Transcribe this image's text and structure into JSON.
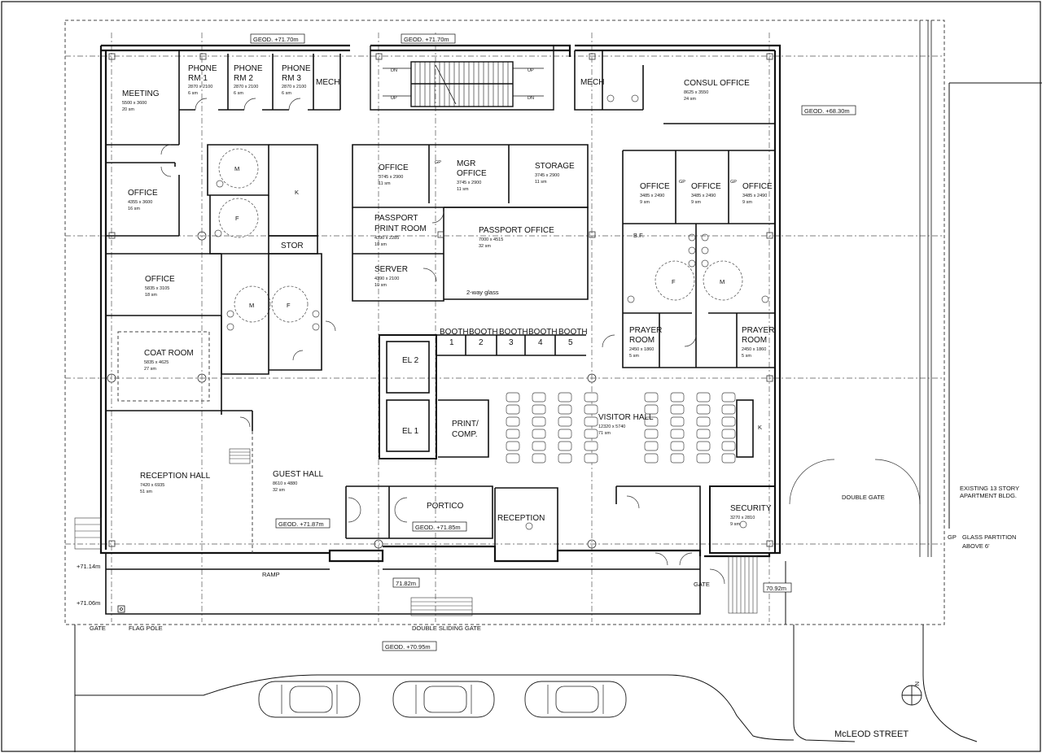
{
  "rooms": {
    "phone1": {
      "name1": "PHONE",
      "name2": "RM 1",
      "dims": "2870 x 2100",
      "area": "6 sm"
    },
    "phone2": {
      "name1": "PHONE",
      "name2": "RM 2",
      "dims": "2870 x 2100",
      "area": "6 sm"
    },
    "phone3": {
      "name1": "PHONE",
      "name2": "RM 3",
      "dims": "2870 x 2100",
      "area": "6 sm"
    },
    "mech_left": {
      "name": "MECH"
    },
    "mech_right": {
      "name": "MECH"
    },
    "consul": {
      "name": "CONSUL OFFICE",
      "dims": "8625 x 3550",
      "area": "24 sm"
    },
    "meeting": {
      "name": "MEETING",
      "dims": "5500 x 3600",
      "area": "20 sm"
    },
    "office_left": {
      "name": "OFFICE",
      "dims": "4355 x 3600",
      "area": "16 sm"
    },
    "office_left2": {
      "name": "OFFICE",
      "dims": "5835 x 3105",
      "area": "18 sm"
    },
    "coat": {
      "name": "COAT ROOM",
      "dims": "5835 x 4625",
      "area": "27 sm"
    },
    "reception_hall": {
      "name": "RECEPTION HALL",
      "dims": "7420 x 6935",
      "area": "51 sm"
    },
    "guest_hall": {
      "name": "GUEST HALL",
      "dims": "8610 x 4880",
      "area": "32 sm"
    },
    "office_center": {
      "name": "OFFICE",
      "dims": "3745 x 2900",
      "area": "11 sm"
    },
    "mgr_office": {
      "name1": "MGR",
      "name2": "OFFICE",
      "dims": "3745 x 2900",
      "area": "11 sm"
    },
    "storage": {
      "name": "STORAGE",
      "dims": "3745 x 2900",
      "area": "11 sm"
    },
    "passport_print": {
      "name1": "PASSPORT",
      "name2": "PRINT ROOM",
      "dims": "4390 x 2285",
      "area": "10 sm"
    },
    "passport_office": {
      "name": "PASSPORT OFFICE",
      "dims": "7000 x 4515",
      "area": "32 sm"
    },
    "server": {
      "name": "SERVER",
      "dims": "4390 x 2100",
      "area": "10 sm"
    },
    "office_r1": {
      "name": "OFFICE",
      "dims": "3485 x 2490",
      "area": "9 sm"
    },
    "office_r2": {
      "name": "OFFICE",
      "dims": "3485 x 2490",
      "area": "9 sm"
    },
    "office_r3": {
      "name": "OFFICE",
      "dims": "3485 x 2490",
      "area": "9 sm"
    },
    "prayer_l": {
      "name1": "PRAYER",
      "name2": "ROOM",
      "dims": "2450 x 1860",
      "area": "5 sm"
    },
    "prayer_r": {
      "name1": "PRAYER",
      "name2": "ROOM",
      "dims": "2450 x 1860",
      "area": "5 sm"
    },
    "visitor_hall": {
      "name": "VISITOR HALL",
      "dims": "12320 x 5740",
      "area": "71 sm"
    },
    "security": {
      "name": "SECURITY",
      "dims": "3270 x 2810",
      "area": "9 sm"
    },
    "portico": {
      "name": "PORTICO"
    },
    "reception": {
      "name": "RECEPTION"
    },
    "print_comp": {
      "name1": "PRINT/",
      "name2": "COMP."
    },
    "el1": {
      "name": "EL 1"
    },
    "el2": {
      "name": "EL 2"
    },
    "stor": {
      "name": "STOR"
    }
  },
  "booths": [
    {
      "label": "BOOTH",
      "num": "1"
    },
    {
      "label": "BOOTH",
      "num": "2"
    },
    {
      "label": "BOOTH",
      "num": "3"
    },
    {
      "label": "BOOTH",
      "num": "4"
    },
    {
      "label": "BOOTH",
      "num": "5"
    }
  ],
  "fixtures": {
    "m": "M",
    "f": "F",
    "k": "K",
    "gp": "GP",
    "bf": "B.F.",
    "dn": "DN",
    "up": "UP",
    "two_way_glass": "2-way glass"
  },
  "elevations": {
    "geod_top1": "GEOD. +71.70m",
    "geod_top2": "GEOD. +71.70m",
    "geod_right": "GEOD. +68.30m",
    "geod_guest": "GEOD. +71.87m",
    "geod_portico": "GEOD. +71.85m",
    "geod_bottom": "GEOD. +70.95m",
    "lvl_7182": "71.82m",
    "lvl_7092": "70.92m",
    "lvl_7114": "+71.14m",
    "lvl_7106": "+71.06m"
  },
  "site": {
    "ramp": "RAMP",
    "gate_left": "GATE",
    "flag_pole": "FLAG POLE",
    "double_sliding_gate": "DOUBLE SLIDING GATE",
    "gate_right": "GATE",
    "double_gate": "DOUBLE GATE",
    "existing_bldg1": "EXISTING 13 STORY",
    "existing_bldg2": "APARTMENT BLDG.",
    "gp": "GP",
    "glass_partition1": "GLASS PARTITION",
    "glass_partition2": "ABOVE 6'",
    "street": "McLEOD STREET",
    "north": "N"
  }
}
